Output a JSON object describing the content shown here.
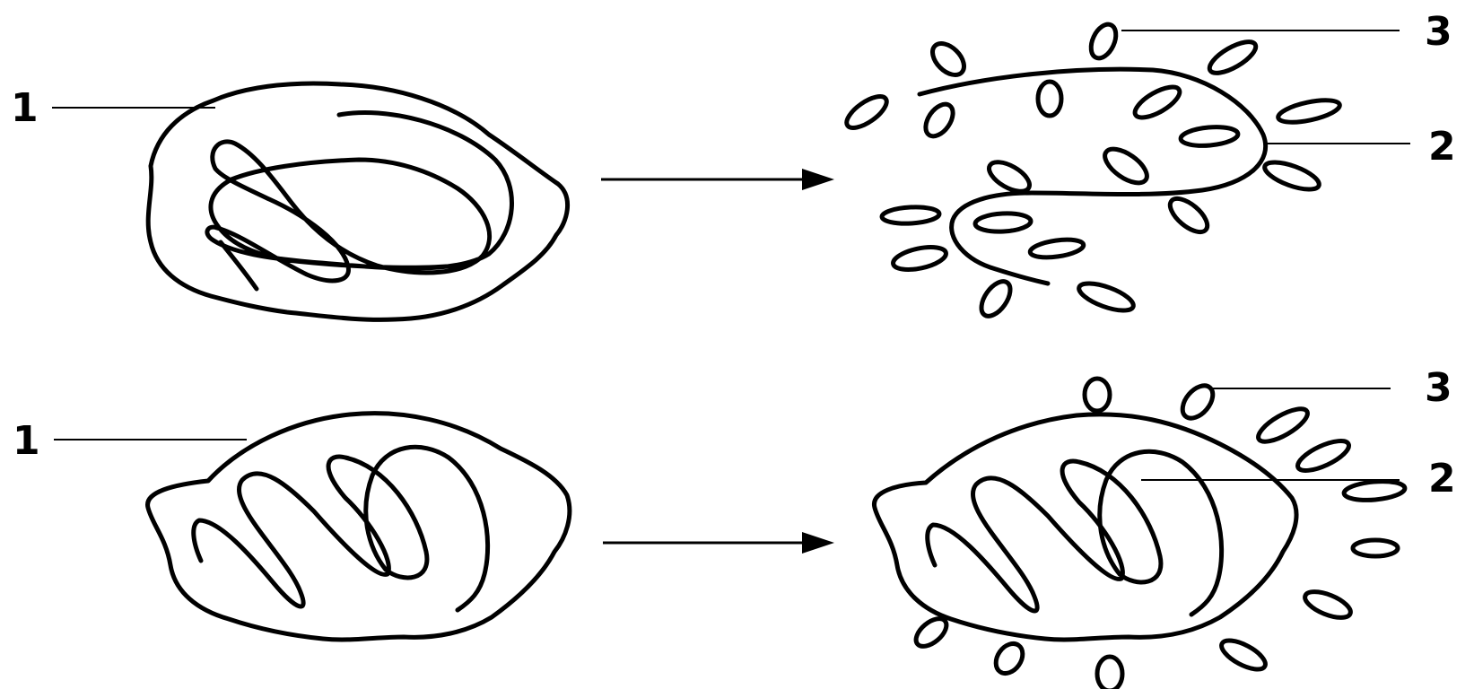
{
  "colors": {
    "line": "#000000",
    "background": "#ffffff"
  },
  "labels": {
    "top_left_1": "1",
    "top_right_3": "3",
    "top_right_2": "2",
    "bottom_left_1": "1",
    "bottom_right_3": "3",
    "bottom_right_2": "2"
  }
}
